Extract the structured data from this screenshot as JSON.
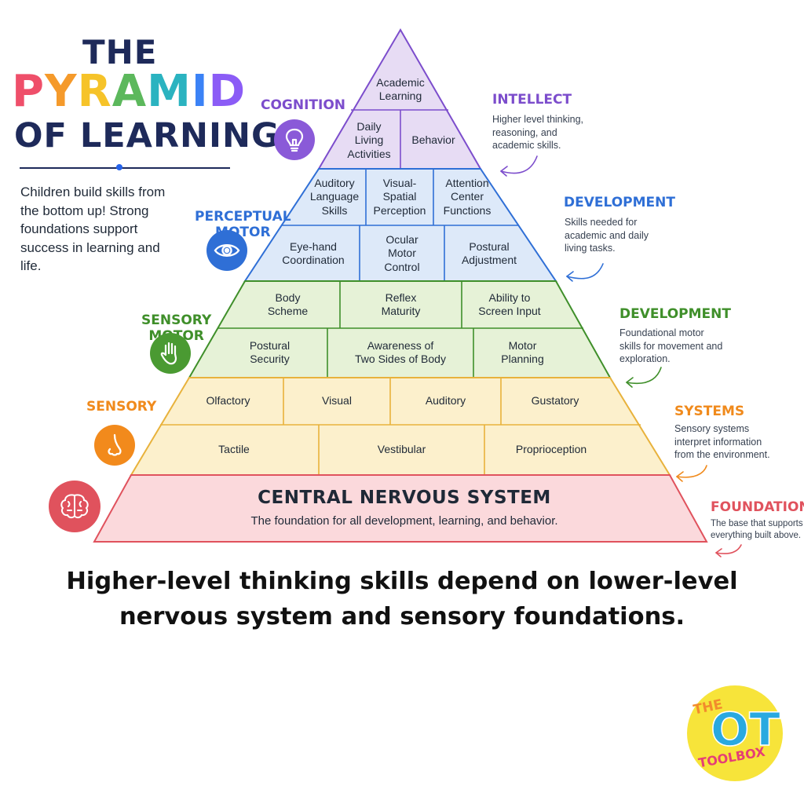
{
  "title": {
    "line1": "THE",
    "line2_letters": [
      {
        "ch": "P",
        "color": "#ef4f6a"
      },
      {
        "ch": "Y",
        "color": "#f59a2b"
      },
      {
        "ch": "R",
        "color": "#f6c329"
      },
      {
        "ch": "A",
        "color": "#5cb85c"
      },
      {
        "ch": "M",
        "color": "#2bb3c0"
      },
      {
        "ch": "I",
        "color": "#3b82f6"
      },
      {
        "ch": "D",
        "color": "#8b5cf6"
      }
    ],
    "line3": "OF LEARNING"
  },
  "intro": "Children build skills from the bottom up! Strong foundations support success in learning and life.",
  "levels": {
    "cognition": {
      "label": "COGNITION",
      "color": "#7c4dcc",
      "icon": "lightbulb-icon"
    },
    "perceptual": {
      "label": "PERCEPTUAL\nMOTOR",
      "color": "#2f6fd6",
      "icon": "eye-icon"
    },
    "sensory_motor": {
      "label": "SENSORY\nMOTOR",
      "color": "#3f8f2a",
      "icon": "hand-icon"
    },
    "sensory": {
      "label": "SENSORY",
      "color": "#f08a1c",
      "icon": "nose-icon"
    },
    "foundation_icon": {
      "color": "#e0525d",
      "icon": "brain-icon"
    }
  },
  "pyramid": {
    "top": "Academic\nLearning",
    "row2": [
      "Daily\nLiving\nActivities",
      "Behavior"
    ],
    "row3": [
      "Auditory\nLanguage\nSkills",
      "Visual-\nSpatial\nPerception",
      "Attention\nCenter\nFunctions"
    ],
    "row4": [
      "Eye-hand\nCoordination",
      "Ocular\nMotor\nControl",
      "Postural\nAdjustment"
    ],
    "row5": [
      "Body\nScheme",
      "Reflex\nMaturity",
      "Ability to\nScreen Input"
    ],
    "row6": [
      "Postural\nSecurity",
      "Awareness of\nTwo Sides of Body",
      "Motor\nPlanning"
    ],
    "row7": [
      "Olfactory",
      "Visual",
      "Auditory",
      "Gustatory"
    ],
    "row8": [
      "Tactile",
      "Vestibular",
      "Proprioception"
    ],
    "base_title": "CENTRAL NERVOUS SYSTEM",
    "base_sub": "The foundation for all development, learning, and behavior."
  },
  "annotations": {
    "intellect": {
      "title": "INTELLECT",
      "text": "Higher level thinking, reasoning, and academic skills.",
      "color": "#7c4dcc"
    },
    "development1": {
      "title": "DEVELOPMENT",
      "text": "Skills needed for academic and daily living tasks.",
      "color": "#2f6fd6"
    },
    "development2": {
      "title": "DEVELOPMENT",
      "text": "Foundational motor skills for movement and exploration.",
      "color": "#3f8f2a"
    },
    "systems": {
      "title": "SYSTEMS",
      "text": "Sensory systems interpret information from the environment.",
      "color": "#f08a1c"
    },
    "foundation": {
      "title": "FOUNDATION",
      "text": "The base that supports everything built above.",
      "color": "#e0525d"
    }
  },
  "caption": "Higher-level thinking skills depend on lower-level nervous system and sensory foundations.",
  "logo": {
    "the": "THE",
    "ot": "OT",
    "toolbox": "TOOLBOX"
  }
}
